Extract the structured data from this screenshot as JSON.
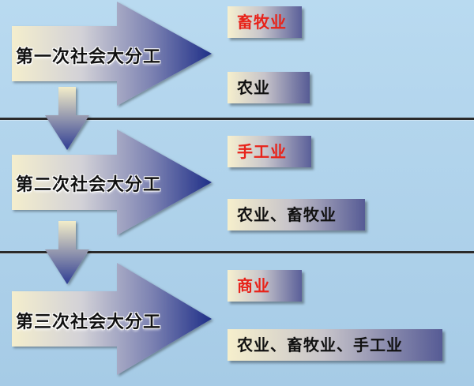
{
  "rows": [
    {
      "stage_label": "第一次社会大分工",
      "new_sector": "畜牧业",
      "old_sector": "农业"
    },
    {
      "stage_label": "第二次社会大分工",
      "new_sector": "手工业",
      "old_sector": "农业、畜牧业"
    },
    {
      "stage_label": "第三次社会大分工",
      "new_sector": "商业",
      "old_sector": "农业、畜牧业、手工业"
    }
  ],
  "colors": {
    "background": "#a9cde6",
    "arrow_dark": "#1f2f88",
    "arrow_light": "#f3edc9",
    "new_sector_text": "#e8231a",
    "old_sector_text": "#111111",
    "divider": "#2a2a2a"
  }
}
